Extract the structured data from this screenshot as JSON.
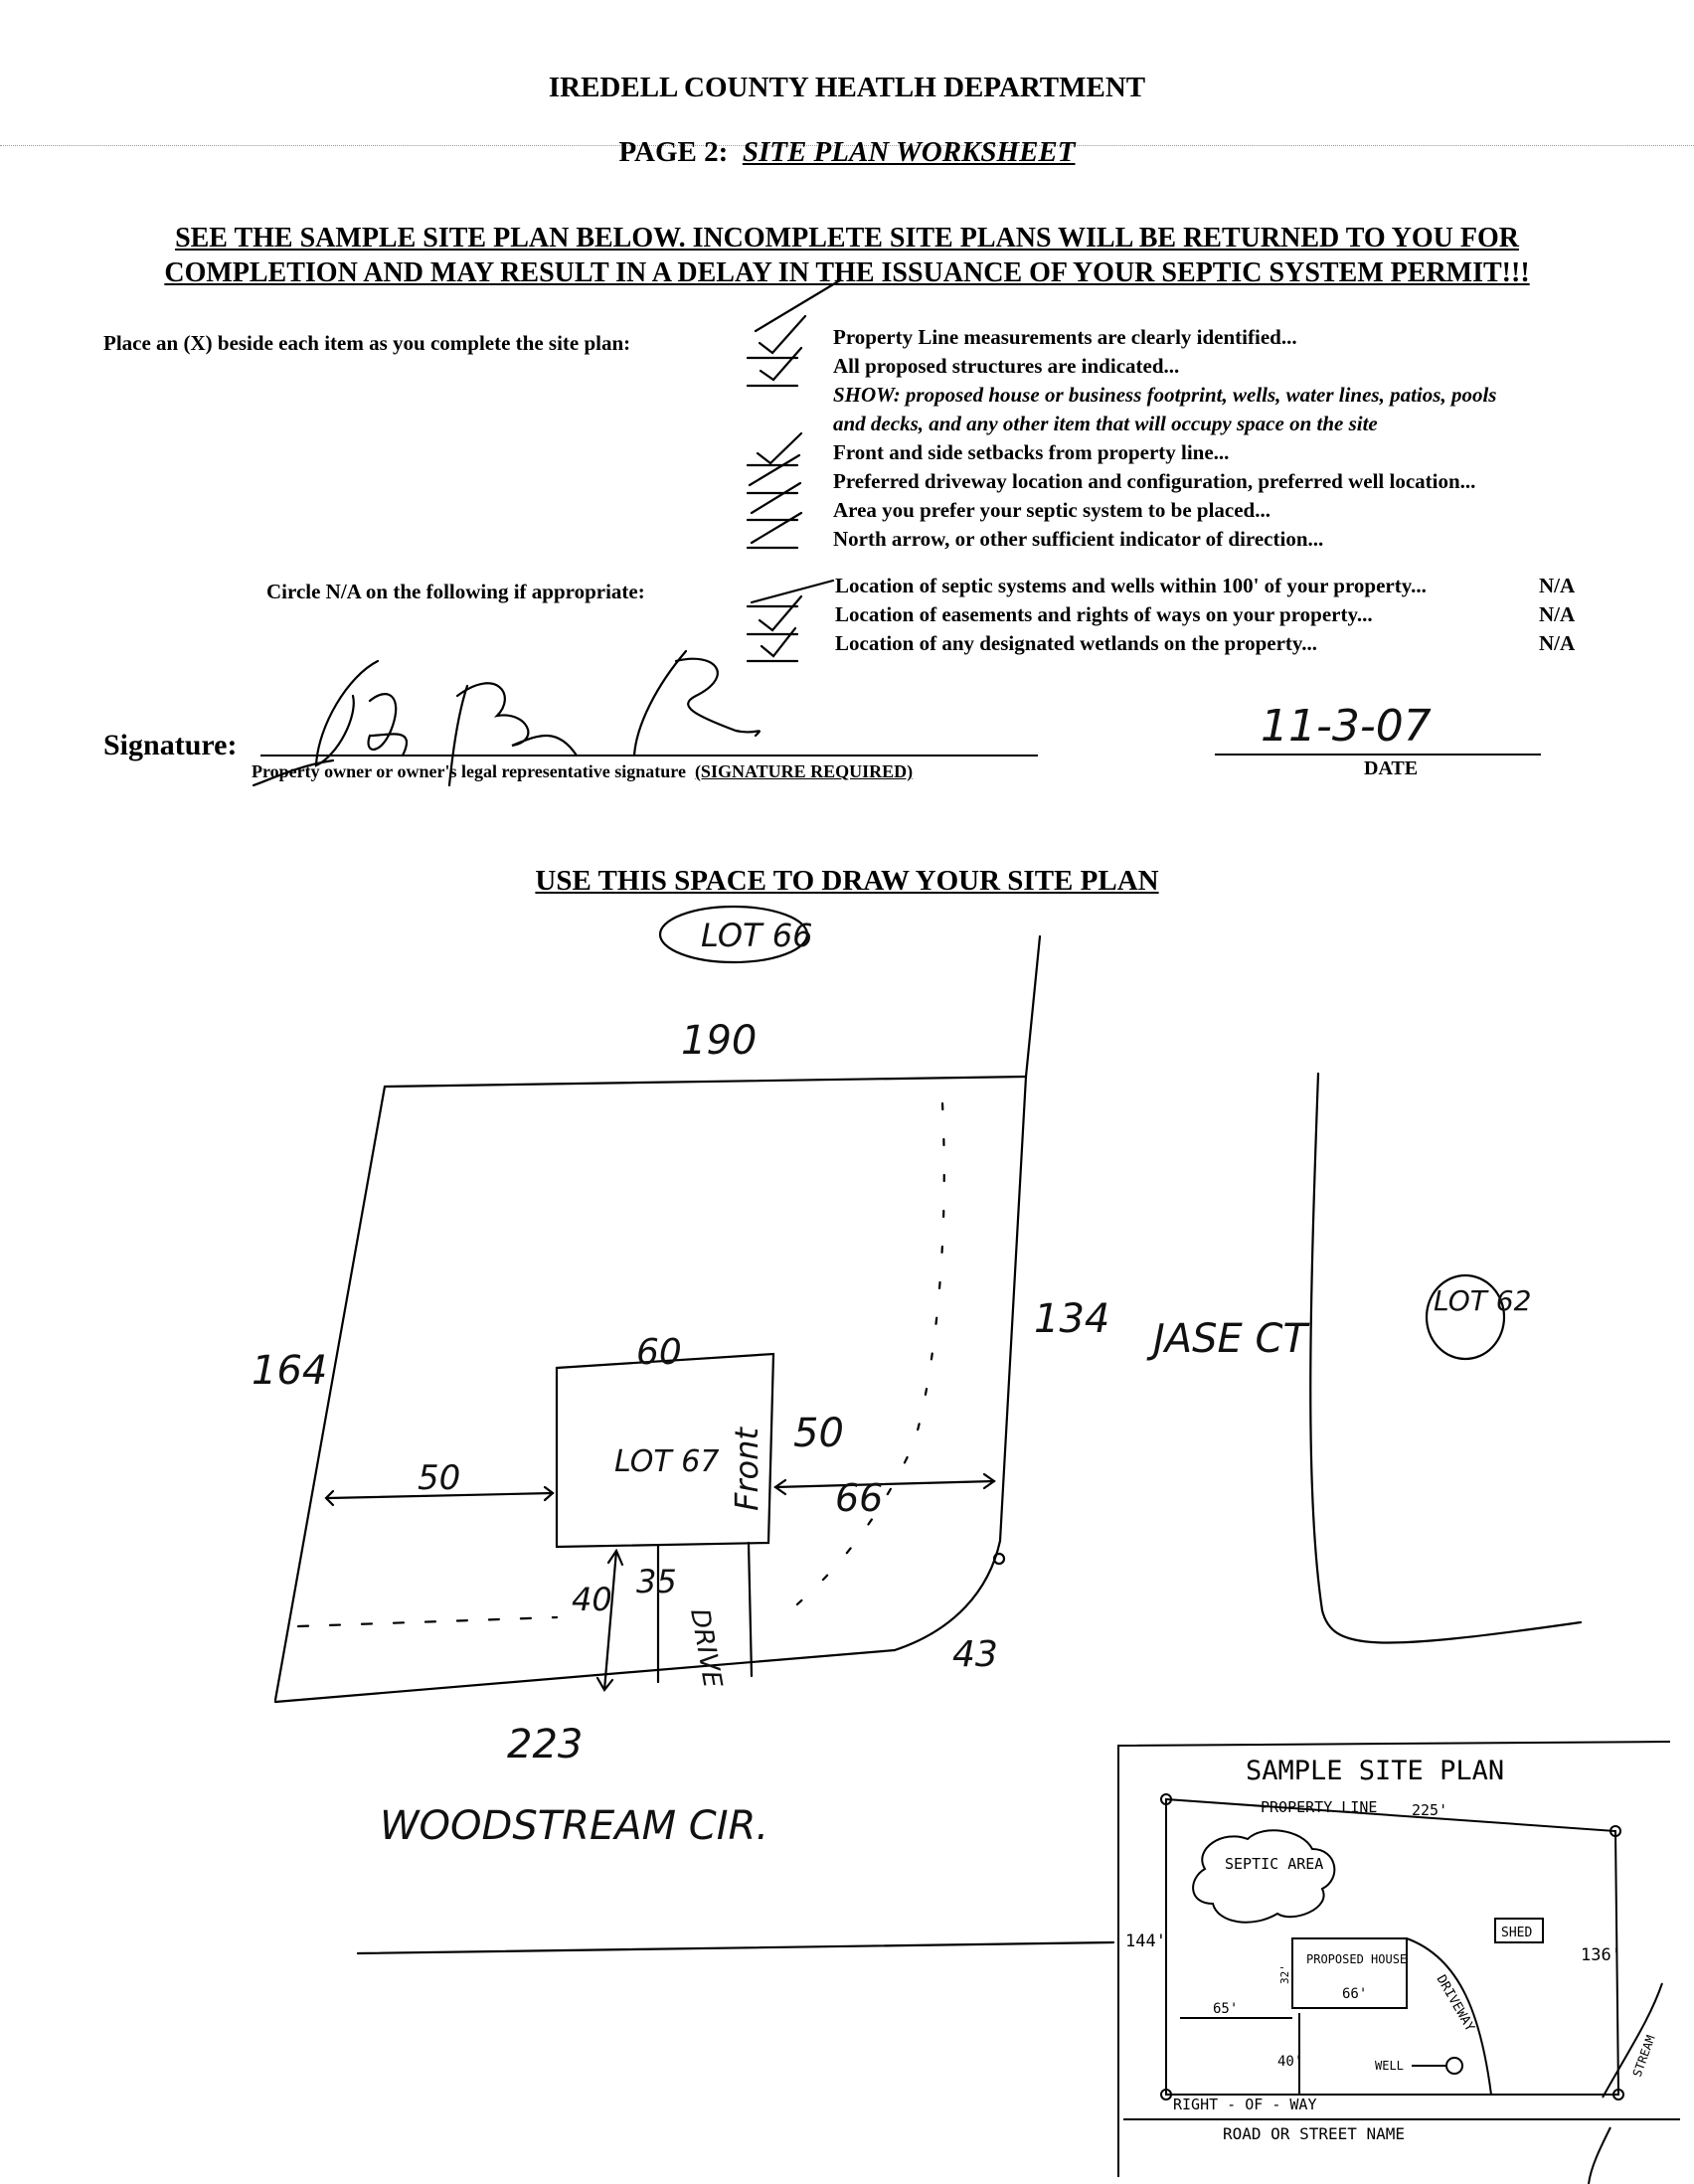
{
  "header": {
    "department": "IREDELL COUNTY HEATLH DEPARTMENT",
    "page_prefix": "PAGE 2:",
    "page_title": "SITE PLAN WORKSHEET"
  },
  "warning": {
    "line1": "SEE THE SAMPLE SITE PLAN BELOW.  INCOMPLETE SITE PLANS WILL BE RETURNED TO YOU FOR",
    "line2": "COMPLETION AND MAY RESULT IN A DELAY IN THE ISSUANCE OF YOUR SEPTIC SYSTEM PERMIT!!!"
  },
  "checklist": {
    "instruction": "Place an (X) beside each item as you complete the site plan:",
    "items": [
      "Property Line measurements are clearly identified...",
      "All proposed structures are indicated...",
      "SHOW: proposed house or business footprint, wells, water lines, patios, pools",
      "and decks, and any other item that will occupy space on the site",
      "Front and side setbacks from property line...",
      "Preferred driveway location and configuration, preferred well location...",
      "Area you prefer your septic system to be placed...",
      "North arrow, or other sufficient indicator of direction..."
    ]
  },
  "na_section": {
    "instruction": "Circle N/A on the following if appropriate:",
    "items": [
      "Location of septic systems and wells within 100' of your property...",
      "Location of easements and rights of ways on your property...",
      "Location of any designated wetlands on the property..."
    ],
    "na_label": "N/A"
  },
  "signature": {
    "label": "Signature:",
    "caption": "Property owner or owner's legal representative signature",
    "required": "(SIGNATURE REQUIRED)",
    "date_value": "11-3-07",
    "date_label": "DATE"
  },
  "draw_heading": "USE THIS SPACE TO DRAW YOUR SITE PLAN",
  "sketch": {
    "lot_top": "LOT 66",
    "top_dim": "190",
    "left_dim": "164",
    "right_dim": "134",
    "bottom_dim": "223",
    "corner_dim": "43",
    "house_top": "60",
    "house_label": "LOT 67",
    "house_right": "50",
    "front": "Front",
    "left_setback": "50",
    "right_setback": "66",
    "drive_setback": "40",
    "drive_width": "35",
    "drive": "DRIVE",
    "street_side": "JASE CT",
    "lot_right": "LOT 62",
    "street_bottom": "WOODSTREAM CIR."
  },
  "sample": {
    "title": "SAMPLE SITE PLAN",
    "property_line": "PROPERTY LINE",
    "top_dim": "225'",
    "septic": "SEPTIC AREA",
    "shed": "SHED",
    "left_dim": "144'",
    "right_dim": "136'",
    "house": "PROPOSED HOUSE",
    "house_depth": "32'",
    "house_width": "66'",
    "setback": "65'",
    "front_setback": "40'",
    "well": "WELL",
    "driveway": "DRIVEWAY",
    "row": "RIGHT - OF - WAY",
    "road": "ROAD OR STREET NAME",
    "stream": "STREAM"
  }
}
